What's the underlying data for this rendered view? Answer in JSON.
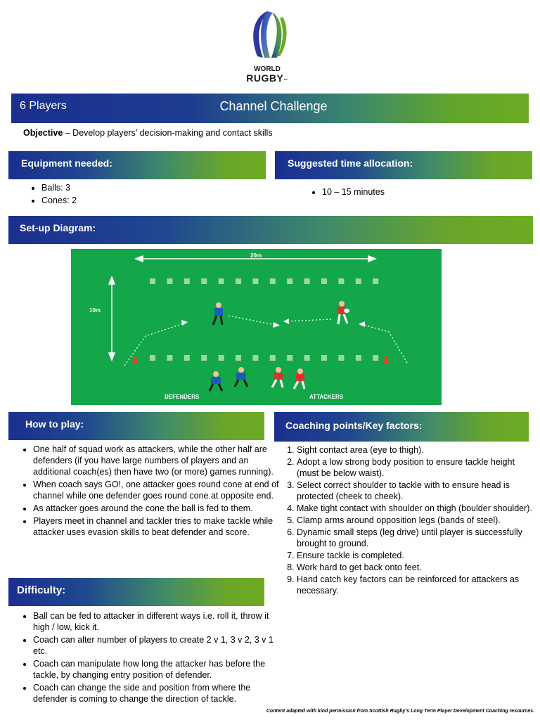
{
  "logo": {
    "line1": "WORLD",
    "line2": "RUGBY",
    "tm": "™"
  },
  "header": {
    "players": "6 Players",
    "title": "Channel Challenge"
  },
  "objective": {
    "label": "Objective",
    "text": " – Develop players’ decision-making and contact skills"
  },
  "equipment": {
    "heading": "Equipment needed:",
    "items": [
      "Balls: 3",
      "Cones: 2"
    ]
  },
  "time": {
    "heading": "Suggested time allocation:",
    "items": [
      "10 – 15 minutes"
    ]
  },
  "setup": {
    "heading": "Set-up Diagram:"
  },
  "diagram": {
    "width_label": "20m",
    "height_label": "10m",
    "defenders_label": "DEFENDERS",
    "attackers_label": "ATTACKERS"
  },
  "how_to_play": {
    "heading": "How to play:",
    "items": [
      "One half of squad work as attackers, while the other half are defenders (if you have large numbers of players and an additional coach(es) then have two (or more) games running).",
      "When coach says GO!, one attacker goes round cone at end of channel while one defender goes round cone at opposite end.",
      "As attacker goes around the cone the ball is fed to them.",
      "Players meet in channel and tackler tries to make tackle while attacker uses evasion skills to beat defender and score."
    ]
  },
  "coaching": {
    "heading": "Coaching points/Key factors:",
    "items": [
      "Sight contact area (eye to thigh).",
      "Adopt a low strong body position to ensure tackle height (must be below waist).",
      "Select correct shoulder to tackle with to ensure head is protected (cheek to cheek).",
      "Make tight contact with shoulder on thigh (boulder shoulder).",
      "Clamp arms around opposition legs (bands of steel).",
      "Dynamic small steps (leg drive) until player is successfully brought to ground.",
      "Ensure tackle is completed.",
      "Work hard to get back onto feet.",
      "Hand catch key factors can be reinforced for attackers as necessary."
    ]
  },
  "difficulty": {
    "heading": "Difficulty:",
    "items": [
      "Ball can be fed to attacker in different ways i.e. roll it, throw it high / low, kick it.",
      "Coach can alter number of players to create 2 v 1, 3 v 2, 3 v 1 etc.",
      "Coach can manipulate how long the attacker has before the tackle, by changing entry position of defender.",
      "Coach can change the side and position from where the defender is coming to change the direction of tackle."
    ]
  },
  "footer": {
    "credit": "Content adapted with kind permission from Scottish Rugby’s Long Term Player Development Coaching resources."
  },
  "colors": {
    "field": "#13a74a",
    "blue_start": "#1b2f8f",
    "green_end": "#6cab23",
    "cone": "#e8452e"
  }
}
